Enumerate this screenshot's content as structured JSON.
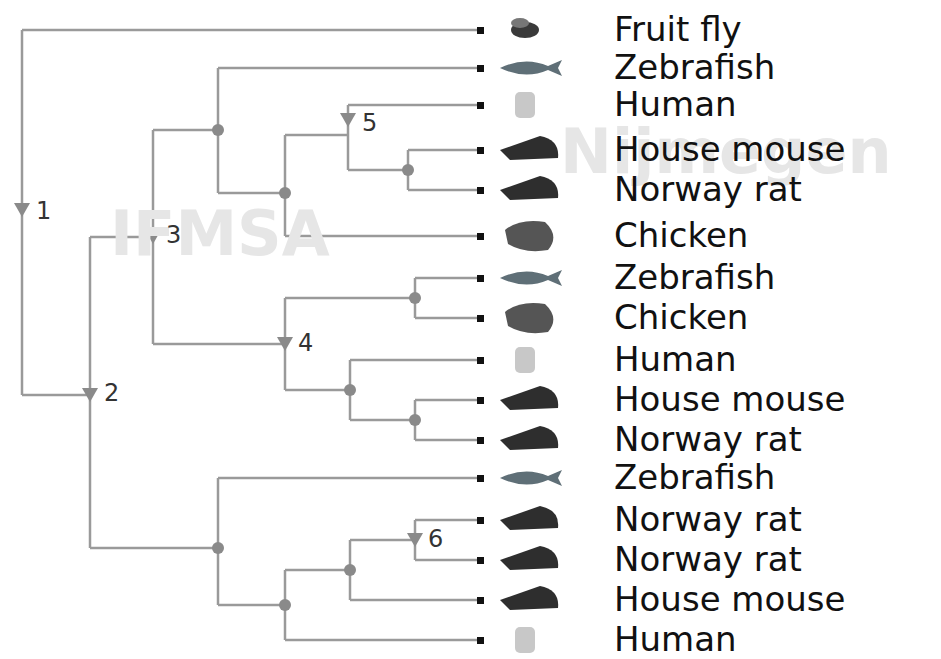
{
  "diagram": {
    "labels": [
      "Fruit fly",
      "Zebrafish",
      "Human",
      "House mouse",
      "Norway rat",
      "Chicken",
      "Zebrafish",
      "Chicken",
      "Human",
      "House mouse",
      "Norway rat",
      "Zebrafish",
      "Norway rat",
      "Norway rat",
      "House mouse",
      "Human",
      "1",
      "2",
      "3",
      "4",
      "5",
      "6",
      "IFMSA",
      "Nijmegen"
    ]
  }
}
